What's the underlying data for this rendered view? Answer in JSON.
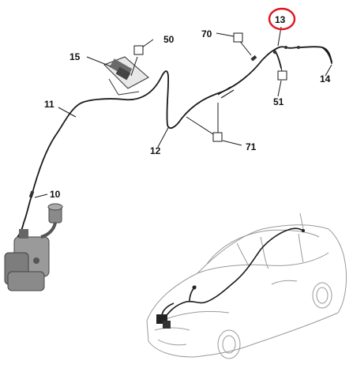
{
  "diagram": {
    "callouts": [
      {
        "id": "c50",
        "label": "50"
      },
      {
        "id": "c15",
        "label": "15"
      },
      {
        "id": "c70",
        "label": "70"
      },
      {
        "id": "c13",
        "label": "13"
      },
      {
        "id": "c14",
        "label": "14"
      },
      {
        "id": "c51",
        "label": "51"
      },
      {
        "id": "c11",
        "label": "11"
      },
      {
        "id": "c12",
        "label": "12"
      },
      {
        "id": "c71",
        "label": "71"
      },
      {
        "id": "c10",
        "label": "10"
      }
    ],
    "highlight": {
      "label": "13",
      "color": "#e0141e"
    },
    "colors": {
      "line": "#1a1a1a",
      "part": "#555555",
      "car": "#9a9a9a",
      "highlight": "#e0141e"
    }
  }
}
